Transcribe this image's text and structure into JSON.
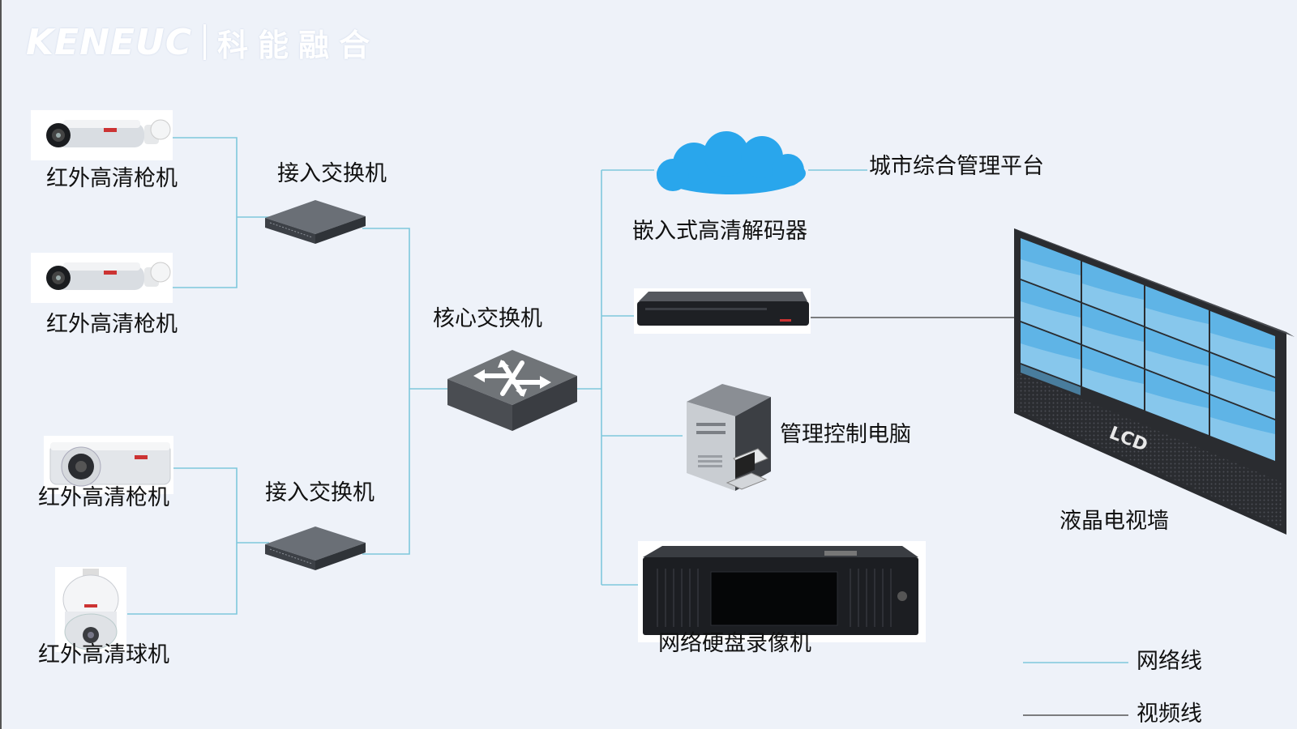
{
  "brand": {
    "name_en": "KENEUC",
    "name_cn": "科能融合"
  },
  "devices": {
    "camera1": "红外高清枪机",
    "camera2": "红外高清枪机",
    "camera3": "红外高清枪机",
    "dome": "红外高清球机",
    "access_switch_top": "接入交换机",
    "access_switch_bottom": "接入交换机",
    "core_switch": "核心交换机",
    "platform": "城市综合管理平台",
    "decoder": "嵌入式高清解码器",
    "pc": "管理控制电脑",
    "nvr": "网络硬盘录像机",
    "videowall": "液晶电视墙",
    "videowall_screen": "LCD"
  },
  "legend": {
    "network_line": "网络线",
    "video_line": "视频线"
  },
  "colors": {
    "network_line": "#7fc8dc",
    "video_line": "#555555",
    "cloud": "#29a6ec",
    "lcd_tile": "#5fb4e6"
  }
}
